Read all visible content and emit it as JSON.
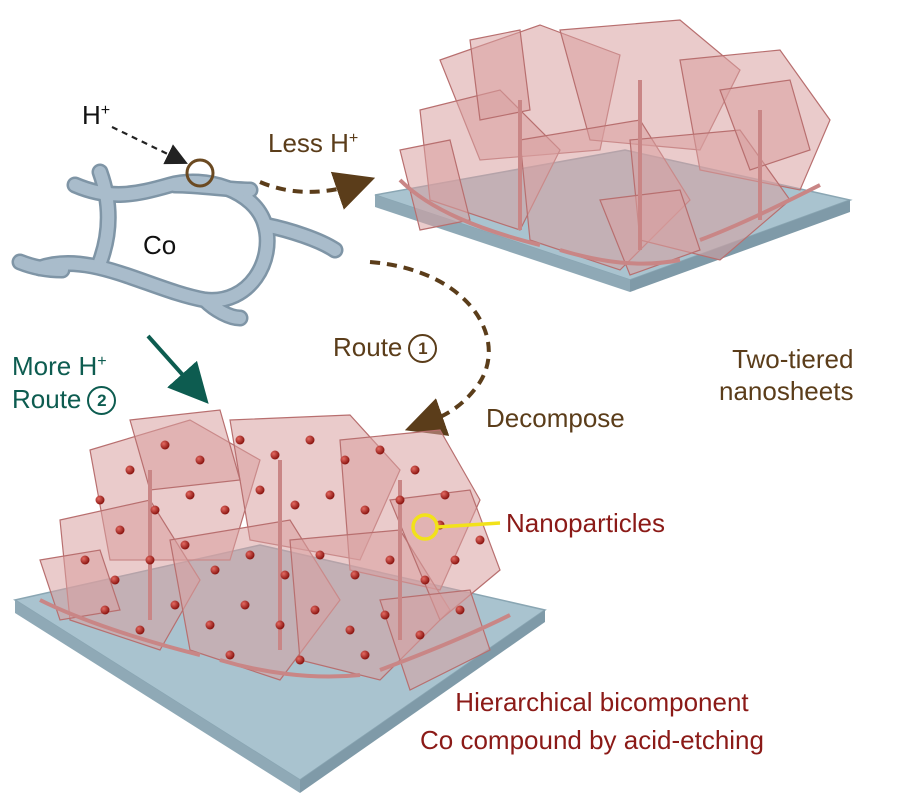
{
  "labels": {
    "h_plus": "H",
    "h_plus_sup": "+",
    "co": "Co",
    "less_h": "Less H",
    "less_h_sup": "+",
    "route1": "Route",
    "route1_num": "1",
    "decompose": "Decompose",
    "two_tiered_line1": "Two-tiered",
    "two_tiered_line2": "nanosheets",
    "more_h": "More H",
    "more_h_sup": "+",
    "route2": "Route",
    "route2_num": "2",
    "nanoparticles": "Nanoparticles",
    "hier_line1": "Hierarchical bicomponent",
    "hier_line2": "Co compound by acid-etching"
  },
  "colors": {
    "brown": "#5b3d1a",
    "teal": "#0d5c50",
    "red": "#8b1a17",
    "sheet_fill": "#d9a0a0",
    "sheet_edge": "#b86f6f",
    "substrate": "#a9c3cf",
    "co_tube": "#9fb3c2",
    "highlight": "#f2e21a",
    "particle": "#a8201b"
  }
}
